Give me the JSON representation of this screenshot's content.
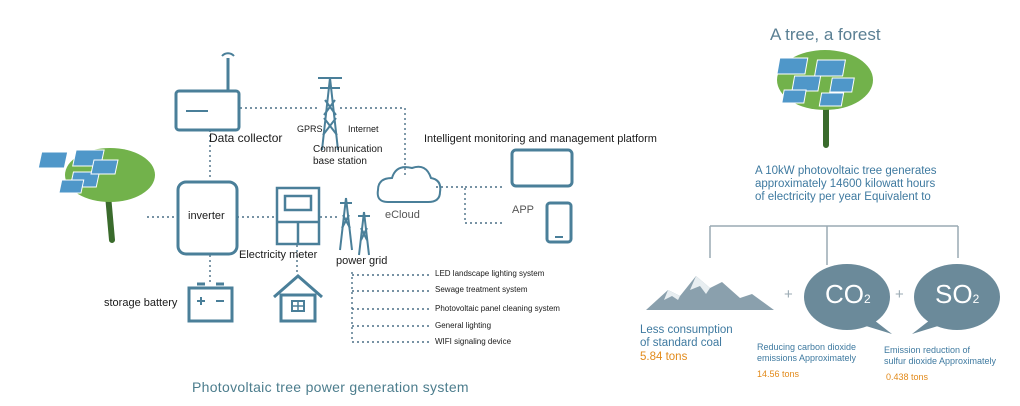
{
  "left_diagram": {
    "nodes": {
      "data_collector": "Data collector",
      "gprs": "GPRS",
      "internet": "Internet",
      "comm_station": "Communication\nbase station",
      "platform": "Intelligent monitoring and management platform",
      "inverter": "inverter",
      "electricity_meter": "Electricity meter",
      "power_grid": "power grid",
      "ecloud": "eCloud",
      "app": "APP",
      "storage_battery": "storage battery"
    },
    "loads": [
      "LED landscape lighting system",
      "Sewage treatment system",
      "Photovoltaic panel cleaning system",
      "General lighting",
      "WIFI signaling device"
    ],
    "caption": "Photovoltaic tree power generation system"
  },
  "right_panel": {
    "title": "A tree, a forest",
    "description": "A 10kW photovoltaic tree generates\napproximately 14600 kilowatt hours\nof electricity per year Equivalent to",
    "coal": {
      "label": "Less consumption\nof standard coal",
      "value": "5.84 tons"
    },
    "co2": {
      "badge": "CO",
      "sub": "2",
      "label": "Reducing carbon dioxide\nemissions Approximately",
      "value": "14.56 tons"
    },
    "so2": {
      "badge": "SO",
      "sub": "2",
      "label": "Emission reduction of\nsulfur dioxide Approximately",
      "value": "0.438 tons"
    },
    "plus": "+"
  },
  "colors": {
    "line": "#3f6f8a",
    "icon": "#4a7f99",
    "leaf": "#72b24b",
    "trunk": "#3a6b2c",
    "panel": "#4f97c9",
    "text_blue": "#3f7aa0",
    "accent_orange": "#e28a1a",
    "caption": "#4c7d8d",
    "bubble": "#6b8a9a"
  }
}
